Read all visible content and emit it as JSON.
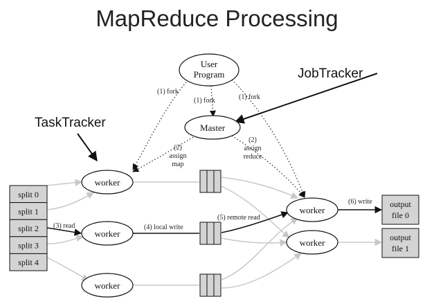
{
  "title": "MapReduce Processing",
  "callouts": {
    "jobtracker": "JobTracker",
    "tasktracker": "TaskTracker"
  },
  "nodes": {
    "user_program_line1": "User",
    "user_program_line2": "Program",
    "master": "Master",
    "worker": "worker"
  },
  "splits": [
    "split 0",
    "split 1",
    "split 2",
    "split 3",
    "split 4"
  ],
  "outputs": [
    {
      "line1": "output",
      "line2": "file 0"
    },
    {
      "line1": "output",
      "line2": "file 1"
    }
  ],
  "edge_labels": {
    "fork": "(1) fork",
    "assign_map": [
      "(2)",
      "assign",
      "map"
    ],
    "assign_reduce": [
      "(2)",
      "assign",
      "reduce"
    ],
    "read": "(3) read",
    "local_write": "(4) local write",
    "remote_read": "(5) remote read",
    "write": "(6) write"
  },
  "colors": {
    "box_fill": "#d4d4d4",
    "gray_line": "#c8c8c8",
    "black_line": "#111111"
  }
}
